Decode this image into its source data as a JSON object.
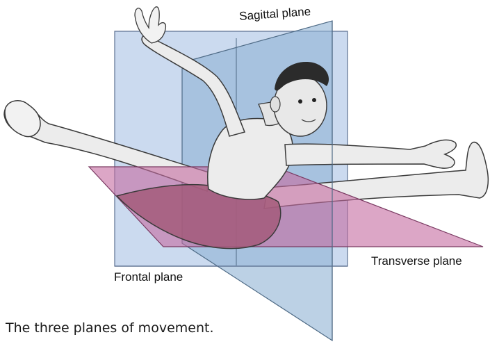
{
  "labels": {
    "sagittal": "Sagittal plane",
    "frontal": "Frontal plane",
    "transverse": "Transverse plane"
  },
  "caption": "The three planes of movement.",
  "colors": {
    "frontal_plane": "#b9cdea",
    "sagittal_plane": "#8fb3d3",
    "transverse_plane": "#c56aa0",
    "figure_outline": "#3a3a3a",
    "shorts": "#a35a7a",
    "skin": "#ececec",
    "hair": "#2b2b2b"
  }
}
